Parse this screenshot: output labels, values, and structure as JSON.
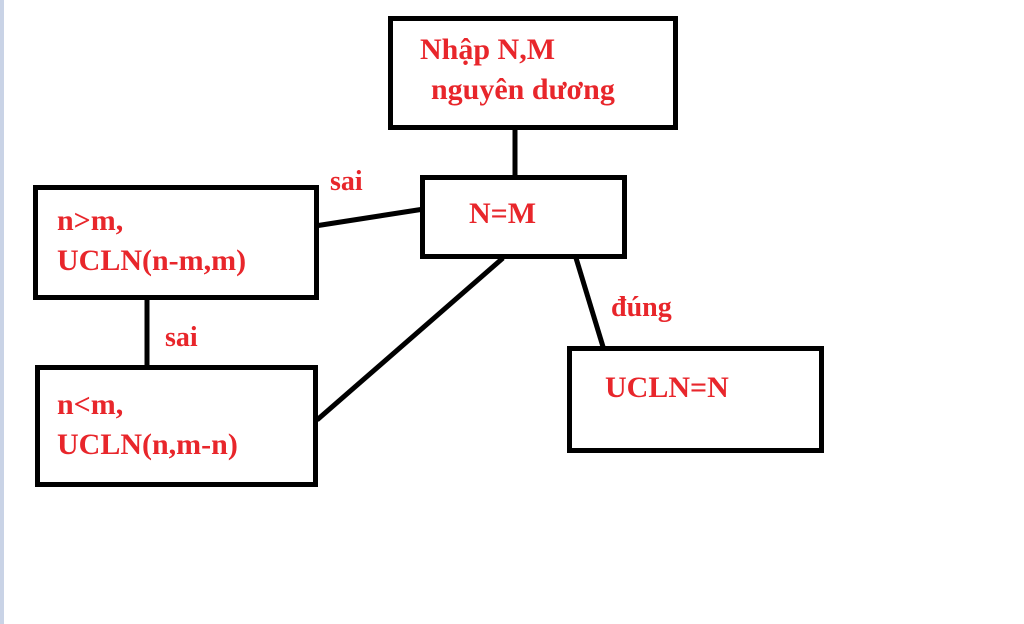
{
  "colors": {
    "text": "#e8262b",
    "line": "#000000",
    "background": "#ffffff"
  },
  "nodes": {
    "input": {
      "line1": "Nhập N,M",
      "line2": "nguyên dương"
    },
    "condition": {
      "text": "N=M"
    },
    "greater": {
      "line1": "n>m,",
      "line2": "UCLN(n-m,m)"
    },
    "less": {
      "line1": "n<m,",
      "line2": "UCLN(n,m-n)"
    },
    "result": {
      "text": "UCLN=N"
    }
  },
  "edge_labels": {
    "condition_false": "sai",
    "greater_false": "sai",
    "condition_true": "đúng"
  }
}
